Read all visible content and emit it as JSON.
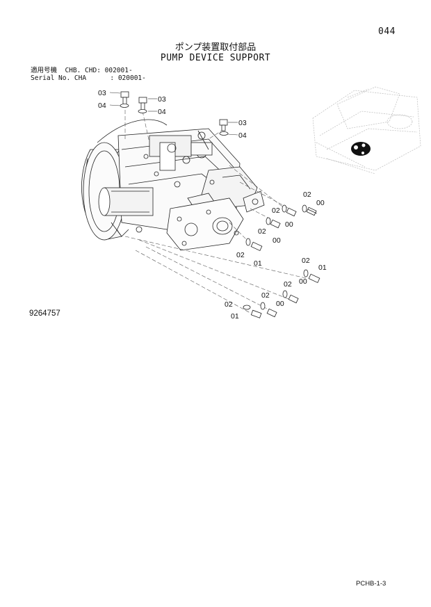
{
  "page_number": "044",
  "title_jp": "ポンプ装置取付部品",
  "title_en": "PUMP DEVICE SUPPORT",
  "serial": {
    "line1": "適用号機  CHB. CHD: 002001-",
    "line2": "Serial No. CHA      : 020001-"
  },
  "doc_number": "9264757",
  "footer_code": "PCHB-1-3",
  "callouts": {
    "c03a": "03",
    "c04a": "04",
    "c03b": "03",
    "c04b": "04",
    "c03c": "03",
    "c04c": "04",
    "c02a": "02",
    "c02b": "02",
    "c00a": "00",
    "c00b": "00",
    "c02c": "02",
    "c00c": "00",
    "c02d": "02",
    "c01a": "01",
    "c02e": "02",
    "c01b": "01",
    "c02f": "02",
    "c02g": "02",
    "c00d": "00",
    "c00e": "00",
    "c02h": "02",
    "c01c": "01"
  }
}
